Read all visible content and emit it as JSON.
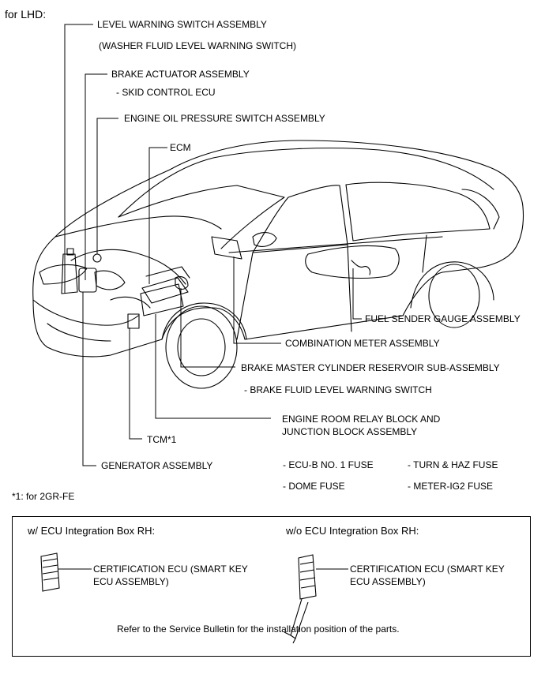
{
  "header": {
    "variant": "for LHD:"
  },
  "labels": {
    "level_warning": "LEVEL WARNING SWITCH ASSEMBLY",
    "level_warning_sub": "(WASHER FLUID LEVEL WARNING SWITCH)",
    "brake_actuator": "BRAKE ACTUATOR ASSEMBLY",
    "skid_control": "- SKID CONTROL ECU",
    "oil_pressure": "ENGINE OIL PRESSURE SWITCH ASSEMBLY",
    "ecm": "ECM",
    "fuel_sender": "FUEL SENDER GAUGE ASSEMBLY",
    "combination_meter": "COMBINATION METER ASSEMBLY",
    "brake_master": "BRAKE MASTER CYLINDER RESERVOIR SUB-ASSEMBLY",
    "brake_fluid": "- BRAKE FLUID LEVEL WARNING SWITCH",
    "engine_room_1": "ENGINE ROOM RELAY BLOCK AND",
    "engine_room_2": "JUNCTION BLOCK ASSEMBLY",
    "tcm": "TCM*1",
    "generator": "GENERATOR ASSEMBLY",
    "fuses": [
      "- ECU-B NO. 1 FUSE",
      "- TURN & HAZ FUSE",
      "- DOME FUSE",
      "- METER-IG2 FUSE"
    ]
  },
  "footnote": "*1: for 2GR-FE",
  "box": {
    "with_title": "w/ ECU Integration Box RH:",
    "without_title": "w/o ECU Integration Box RH:",
    "with_label_1": "CERTIFICATION ECU (SMART KEY",
    "with_label_2": "ECU ASSEMBLY)",
    "without_label_1": "CERTIFICATION ECU (SMART KEY",
    "without_label_2": "ECU ASSEMBLY)",
    "note": "Refer to the Service Bulletin for the installation position of the parts."
  }
}
